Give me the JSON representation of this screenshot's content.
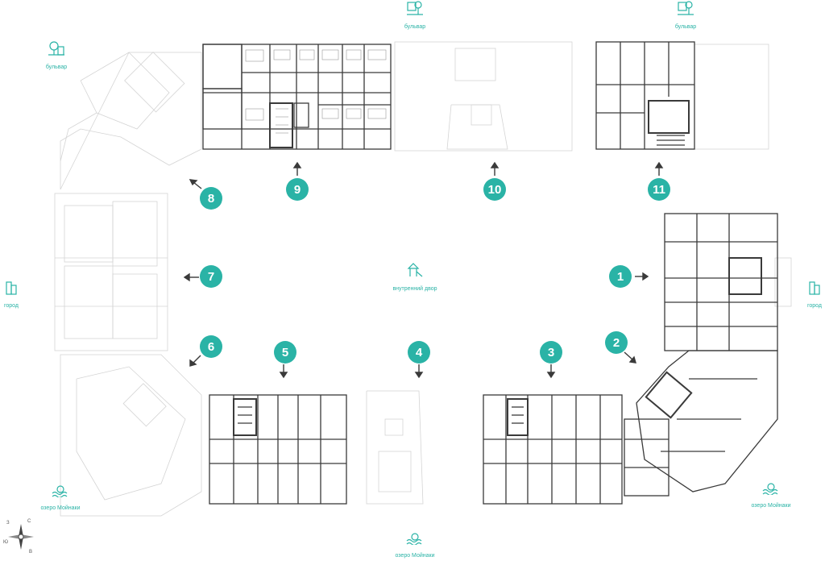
{
  "landmarks": {
    "boulevard_top_center": "бульвар",
    "boulevard_top_right": "бульвар",
    "boulevard_top_left": "бульвар",
    "city": "город",
    "courtyard": "внутренний двор",
    "lake_left": "озеро Мойнаки",
    "lake_right": "озеро Мойнаки",
    "lake_bottom": "озеро Мойнаки"
  },
  "markers": {
    "m1": "1",
    "m2": "2",
    "m3": "3",
    "m4": "4",
    "m5": "5",
    "m6": "6",
    "m7": "7",
    "m8": "8",
    "m9": "9",
    "m10": "10",
    "m11": "11"
  },
  "compass": {
    "n": "С",
    "s": "Ю",
    "e": "В",
    "w": "З"
  },
  "colors": {
    "accent": "#2ab3a6",
    "wall": "#3a3a3a",
    "ghost": "#d4d4d4"
  }
}
